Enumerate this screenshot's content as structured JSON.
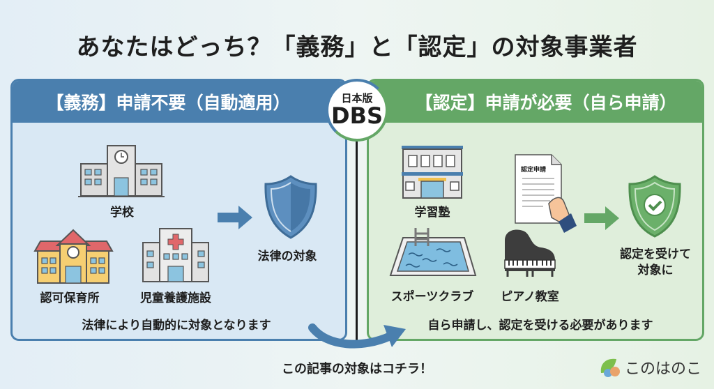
{
  "title": "あなたはどっち？「義務」と「認定」の対象事業者",
  "badge": {
    "small": "日本版",
    "big": "DBS"
  },
  "left": {
    "header": "【義務】申請不要（自動適用）",
    "items": [
      "学校",
      "認可保育所",
      "児童養護施設"
    ],
    "result": "法律の対象",
    "note": "法律により自動的に対象となります"
  },
  "right": {
    "header": "【認定】申請が必要（自ら申請）",
    "items": [
      "学習塾",
      "スポーツクラブ",
      "ピアノ教室"
    ],
    "document_label": "認定申請",
    "result_line1": "認定を受けて",
    "result_line2": "対象に",
    "note": "自ら申請し、認定を受ける必要があります"
  },
  "callout": "この記事の対象はコチラ！",
  "logo": "このはのこ",
  "colors": {
    "blue": "#4a7fae",
    "green": "#64a766"
  }
}
